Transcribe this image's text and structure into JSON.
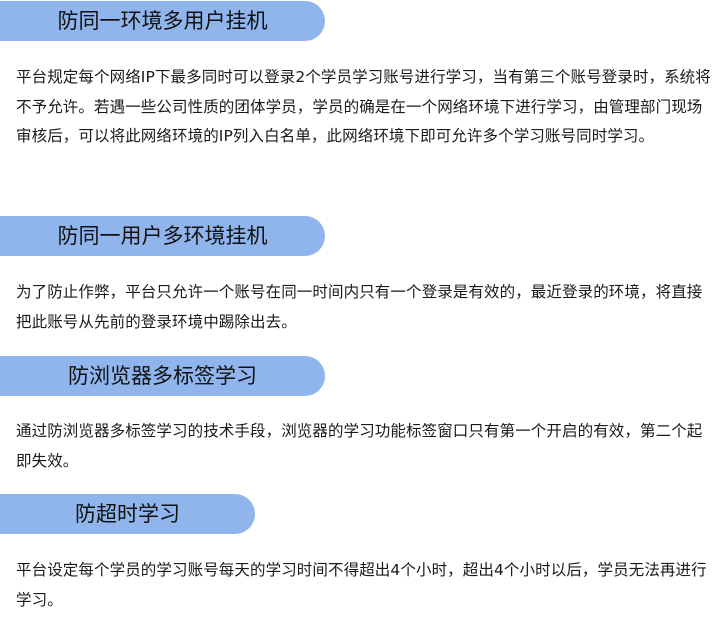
{
  "sections": [
    {
      "heading": "防同一环境多用户挂机",
      "body": "平台规定每个网络IP下最多同时可以登录2个学员学习账号进行学习，当有第三个账号登录时，系统将不予允许。若遇一些公司性质的团体学员，学员的确是在一个网络环境下进行学习，由管理部门现场审核后，可以将此网络环境的IP列入白名单，此网络环境下即可允许多个学习账号同时学习。"
    },
    {
      "heading": "防同一用户多环境挂机",
      "body": "为了防止作弊，平台只允许一个账号在同一时间内只有一个登录是有效的，最近登录的环境，将直接把此账号从先前的登录环境中踢除出去。"
    },
    {
      "heading": "防浏览器多标签学习",
      "body": "通过防浏览器多标签学习的技术手段，浏览器的学习功能标签窗口只有第一个开启的有效，第二个起即失效。"
    },
    {
      "heading": "防超时学习",
      "body": "平台设定每个学员的学习账号每天的学习时间不得超出4个小时，超出4个小时以后，学员无法再进行学习。"
    }
  ],
  "colors": {
    "pill_background": "#8fb5ec",
    "text": "#1a1a1a"
  }
}
